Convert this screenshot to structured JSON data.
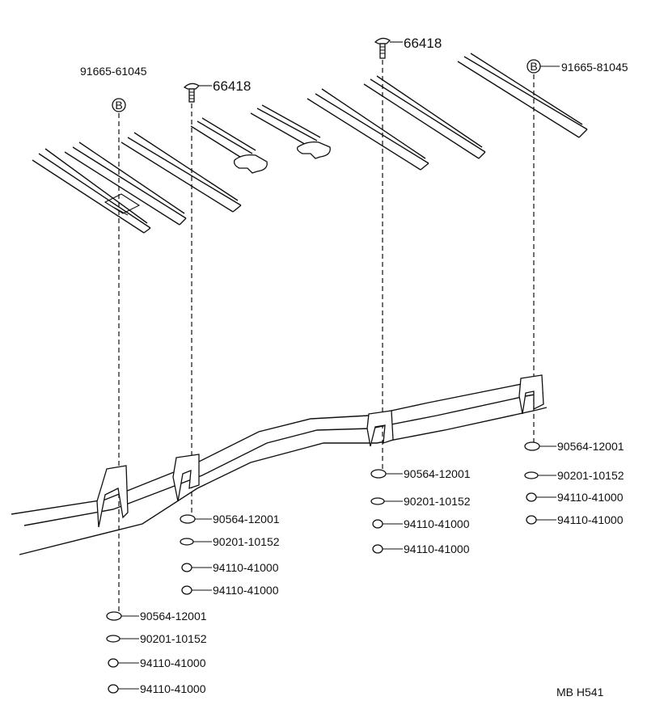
{
  "labels": {
    "pn_91665_left": "91665-61045",
    "pn_91665_right": "91665-81045",
    "pn_66418_left": "66418",
    "pn_66418_right": "66418",
    "stack_a": [
      "90564-12001",
      "90201-10152",
      "94110-41000",
      "94110-41000"
    ],
    "stack_b": [
      "90564-12001",
      "90201-10152",
      "94110-41000",
      "94110-41000"
    ],
    "stack_c": [
      "90564-12001",
      "90201-10152",
      "94110-41000",
      "94110-41000"
    ],
    "stack_d": [
      "90564-12001",
      "90201-10152",
      "94110-41000",
      "94110-41000"
    ],
    "marker_b_left": "B",
    "marker_b_right": "B",
    "ref_code": "MB  H541"
  }
}
